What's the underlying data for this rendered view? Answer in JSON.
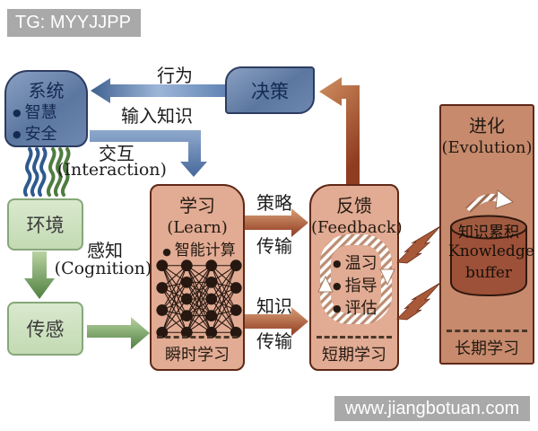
{
  "page": {
    "tg_badge": "TG: MYYJJPP",
    "watermark": "www.jiangbotuan.com"
  },
  "nodes": {
    "system": {
      "title": "系统",
      "bullets": [
        "智慧",
        "安全"
      ]
    },
    "decision": {
      "title": "决策"
    },
    "environment": {
      "title": "环境"
    },
    "sensor": {
      "title": "传感"
    },
    "learn": {
      "title": "学习",
      "subtitle": "(Learn)",
      "bullet": "智能计算",
      "footer": "瞬时学习"
    },
    "feedback": {
      "title": "反馈",
      "subtitle": "(Feedback)",
      "bullets": [
        "温习",
        "指导",
        "评估"
      ],
      "footer": "短期学习"
    },
    "evolution": {
      "title": "进化",
      "subtitle": "(Evolution)",
      "cylinder": {
        "line_cn": "知识累积",
        "line_en1": "Knowledge",
        "line_en2": "buffer"
      },
      "footer": "长期学习"
    }
  },
  "labels": {
    "behavior": "行为",
    "input_knowledge": "输入知识",
    "interaction_cn": "交互",
    "interaction_en": "(Interaction)",
    "cognition_cn": "感知",
    "cognition_en": "(Cognition)",
    "strategy_cn": "策略",
    "strategy_transfer": "传输",
    "knowledge_cn": "知识",
    "knowledge_transfer": "传输"
  },
  "colors": {
    "blue_box": "#6d87af",
    "blue_border": "#2c3c60",
    "green_box": "#cde2c0",
    "green_arrow": "#4f8040",
    "salmon_box": "#e2ab93",
    "evolution_box": "#c78a6d",
    "box_border_brown": "#5f2817",
    "brown_arrow": "#8f3c20",
    "blue_arrow": "#5d7fad",
    "cylinder": "#9d5138",
    "badge_gray": "#a9a9a9"
  }
}
